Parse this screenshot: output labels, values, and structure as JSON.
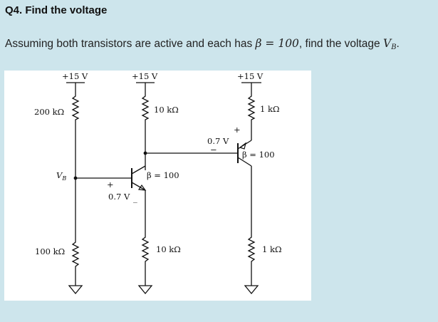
{
  "question": {
    "title": "Q4. Find the voltage",
    "prompt_before": "Assuming both transistors are active and each has ",
    "beta_expr": "β = 100",
    "prompt_mid": ", find the voltage ",
    "vb_main": "V",
    "vb_sub": "B",
    "prompt_end": "."
  },
  "circuit": {
    "supply_1": "+15 V",
    "supply_2": "+15 V",
    "supply_3": "+15 V",
    "r_top_left": "200 kΩ",
    "r_bottom_left": "100 kΩ",
    "r_q1_collector": "10 kΩ",
    "r_q1_emitter": "10 kΩ",
    "r_q2_emitter": "1 kΩ",
    "r_q2_collector": "1 kΩ",
    "vb_label": "V",
    "vb_label_sub": "B",
    "q1_beta": "β = 100",
    "q2_beta": "β = 100",
    "vbe_q1": "0.7 V",
    "vbe_q1_plus": "+",
    "vbe_q1_minus": "_",
    "veb_q2": "0.7 V",
    "veb_q2_plus": "+",
    "veb_q2_minus": "−"
  },
  "colors": {
    "background": "#cde5ec",
    "figure_background": "#ffffff",
    "ink": "#111111"
  }
}
